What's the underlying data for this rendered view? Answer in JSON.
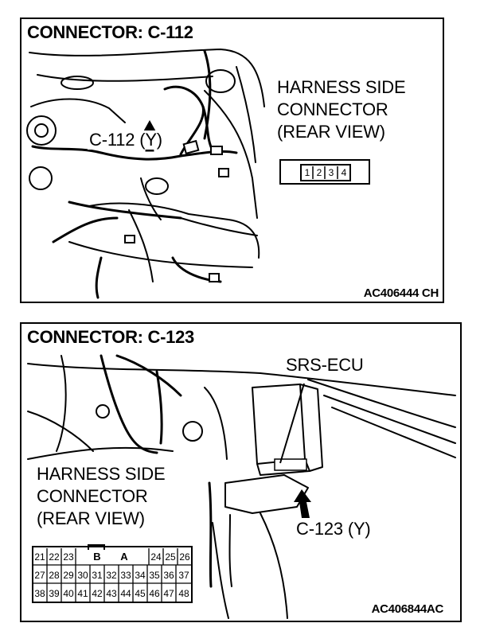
{
  "panels": [
    {
      "title": "CONNECTOR: C-112",
      "harness_label": [
        "HARNESS SIDE",
        "CONNECTOR",
        "(REAR VIEW)"
      ],
      "connector_callout": "C-112 (Y)",
      "pins": [
        "1",
        "2",
        "3",
        "4"
      ],
      "code": "AC406444 CH"
    },
    {
      "title": "CONNECTOR: C-123",
      "harness_label": [
        "HARNESS SIDE",
        "CONNECTOR",
        "(REAR VIEW)"
      ],
      "component_label": "SRS-ECU",
      "connector_callout": "C-123 (Y)",
      "key_labels": [
        "B",
        "A"
      ],
      "pins": [
        [
          "21",
          "22",
          "23",
          "",
          "",
          "",
          "",
          "24",
          "25",
          "26"
        ],
        [
          "27",
          "28",
          "29",
          "30",
          "31",
          "32",
          "33",
          "34",
          "35",
          "36",
          "37"
        ],
        [
          "38",
          "39",
          "40",
          "41",
          "42",
          "43",
          "44",
          "45",
          "46",
          "47",
          "48"
        ]
      ],
      "code": "AC406844AC"
    }
  ],
  "colors": {
    "line": "#000000",
    "background": "#ffffff"
  }
}
